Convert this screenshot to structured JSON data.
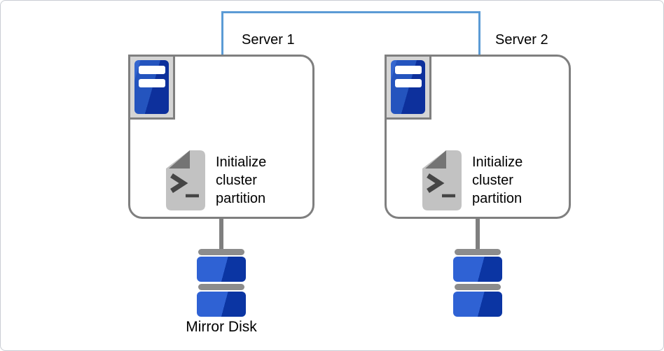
{
  "diagram": {
    "servers": [
      {
        "label": "Server 1",
        "script_text": "Initialize\ncluster\npartition"
      },
      {
        "label": "Server 2",
        "script_text": "Initialize\ncluster\npartition"
      }
    ],
    "disk_label": "Mirror Disk",
    "colors": {
      "interconnect_blue": "#5b9bd5",
      "node_border_gray": "#7f7f7f",
      "server_icon_blue_light": "#3466cf",
      "server_icon_blue_dark": "#0d309c",
      "disk_blue_light": "#2f62d4",
      "disk_blue_dark": "#0b35a3",
      "disk_cap_gray": "#8c8c8c",
      "script_page_gray": "#c2c2c2",
      "script_fold_gray": "#747474",
      "script_glyph_gray": "#454545"
    },
    "icons": {
      "server": "server-tower-icon",
      "script": "script-terminal-icon",
      "disk": "mirror-disk-icon"
    }
  }
}
